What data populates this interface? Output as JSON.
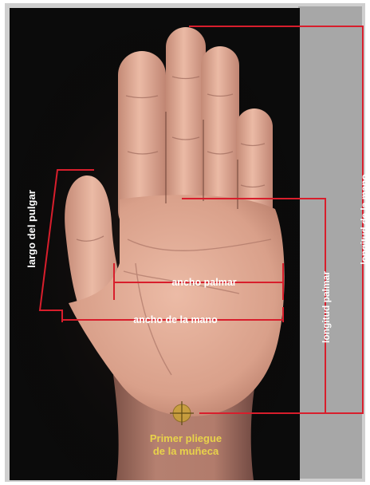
{
  "figure": {
    "labels": {
      "thumb_length": "largo del pulgar",
      "hand_length": "longitud de la mano",
      "palm_length": "longitud palmar",
      "palm_width": "ancho palmar",
      "hand_width": "ancho de la mano",
      "wrist_crease_line1": "Primer pliegue",
      "wrist_crease_line2": "de la muñeca"
    },
    "colors": {
      "measure_line": "#d81e2c",
      "label_text": "#ffffff",
      "wrist_label_text": "#e8d24a",
      "photo_background": "#0b0b0b",
      "side_panel": "#a7a7a7",
      "frame": "#cfcfcf",
      "skin_light": "#e9b59f",
      "skin_shadow": "#b47766"
    }
  }
}
